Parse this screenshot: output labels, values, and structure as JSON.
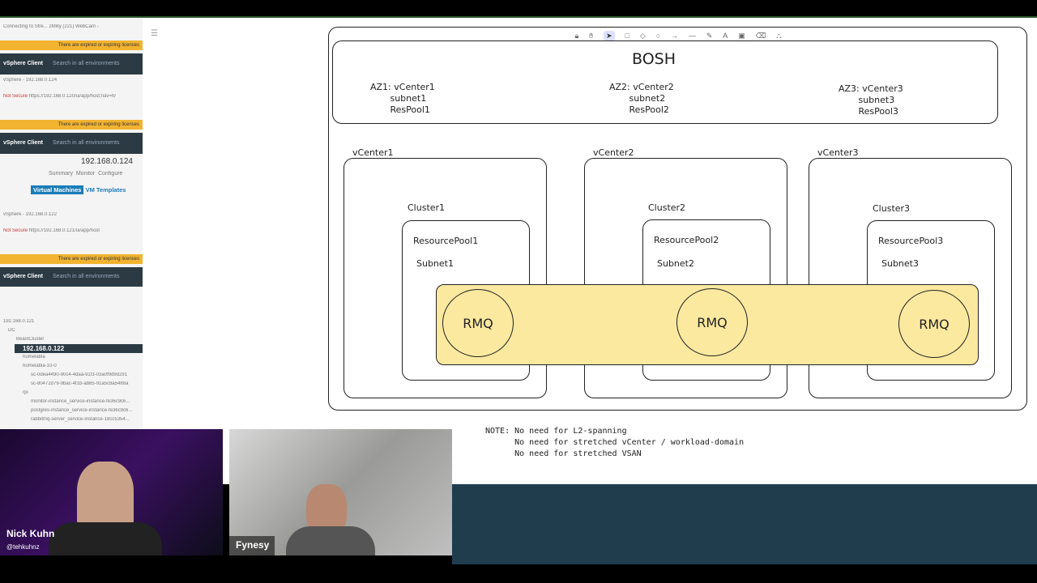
{
  "left_panel": {
    "warning": "There are expired or expiring licenses",
    "app": "vSphere Client",
    "search_placeholder": "Search in all environments",
    "tab1": "vSphere - 192.168.0.124",
    "tab2": "vSphere - 192.168.0.122",
    "not_secure": "Not Secure",
    "url1": "https://192.168.0.120/ui/app/host;nav=h/",
    "url2": "https://192.168.0.121/ui/app/host",
    "bookmarks": "Connecting to Stre...  2Milly  (221) WebCam -",
    "host": "192.168.0.124",
    "host_tabs": [
      "Summary",
      "Monitor",
      "Configure"
    ],
    "vm_tabs": [
      "Virtual Machines",
      "VM Templates"
    ],
    "tree": [
      "192.168.0.121",
      "DC",
      "BeastCluster",
      "192.168.0.122",
      "homelabla",
      "homelabla-10-0",
      "sc-0dea4490-90c4-4daa-91f3-03a0f9d9d291",
      "sc-80472d79-9bac-4f1b-ab65-91a5c8a5488a",
      "rpi",
      "monitor-instance_service-instance-fe36c9c6...",
      "postgres-instance_service-instance-fe36c9c6...",
      "rabbitmq-server_service-instance-18cc5354..."
    ]
  },
  "toolbar": {
    "icons": [
      "lock",
      "hand",
      "select",
      "rectangle",
      "diamond",
      "ellipse",
      "arrow",
      "line",
      "pencil",
      "text",
      "image",
      "eraser",
      "library"
    ]
  },
  "diagram": {
    "bosh": "BOSH",
    "azs": [
      "AZ1: vCenter1\n       subnet1\n       ResPool1",
      "AZ2: vCenter2\n       subnet2\n       ResPool2",
      "AZ3: vCenter3\n       subnet3\n       ResPool3"
    ],
    "vcenters": [
      {
        "label": "vCenter1",
        "cluster": "Cluster1",
        "pool": "ResourcePool1",
        "subnet": "Subnet1"
      },
      {
        "label": "vCenter2",
        "cluster": "Cluster2",
        "pool": "ResourcePool2",
        "subnet": "Subnet2"
      },
      {
        "label": "vCenter3",
        "cluster": "Cluster3",
        "pool": "ResourcePool3",
        "subnet": "Subnet3"
      }
    ],
    "rmq": "RMQ",
    "note": "NOTE: No need for L2-spanning\n      No need for stretched vCenter / workload-domain\n      No need for stretched VSAN"
  },
  "cams": [
    {
      "name": "Nick Kuhn",
      "handle": "@tehkuhnz"
    },
    {
      "name": "Fynesy"
    }
  ]
}
